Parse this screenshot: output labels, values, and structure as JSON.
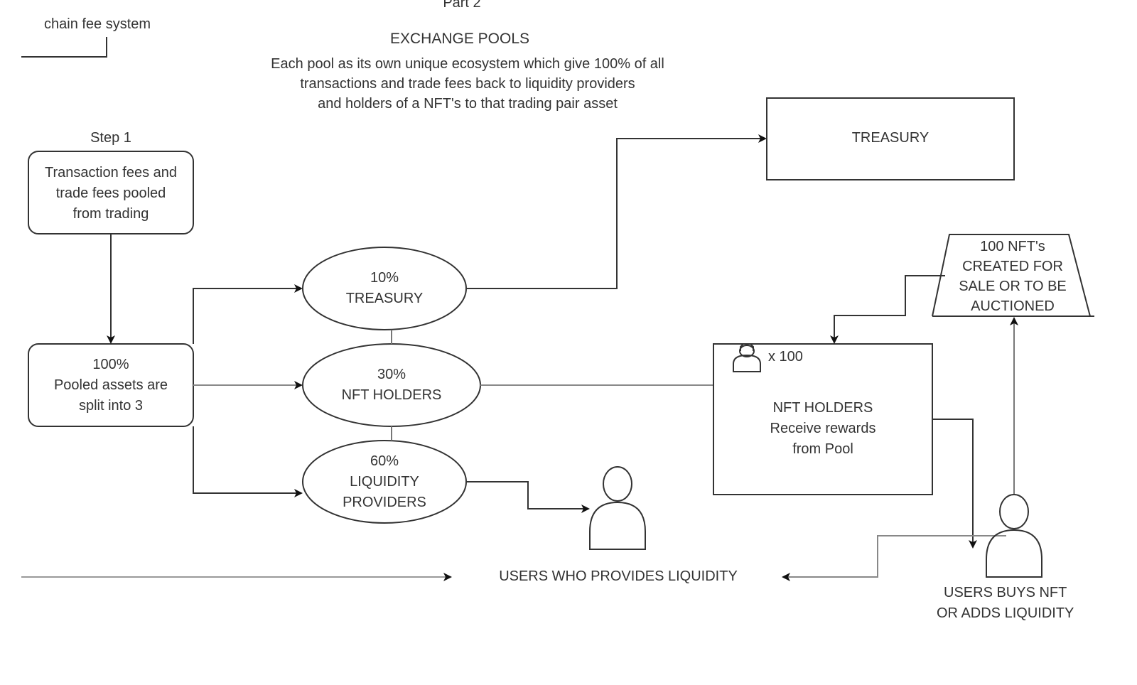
{
  "header": {
    "clipped_top_text": "Part 2",
    "clipped_left_text": "chain fee system",
    "title": "EXCHANGE POOLS",
    "description_lines": [
      "Each pool as its own unique ecosystem which give 100% of all",
      "transactions and trade fees back to liquidity providers",
      "and holders of a NFT's to that trading pair asset"
    ]
  },
  "nodes": {
    "step1_label": "Step 1",
    "step1_box": [
      "Transaction fees and",
      "trade fees pooled",
      "from trading"
    ],
    "split_box": [
      "100%",
      "Pooled assets are",
      "split into 3"
    ],
    "treasury_ellipse": [
      "10%",
      "TREASURY"
    ],
    "nft_ellipse": [
      "30%",
      "NFT HOLDERS"
    ],
    "liquidity_ellipse": [
      "60%",
      "LIQUIDITY",
      "PROVIDERS"
    ],
    "treasury_box": "TREASURY",
    "nft_created": [
      "100 NFT's",
      "CREATED FOR",
      "SALE OR TO BE",
      "AUCTIONED"
    ],
    "nft_holders_count": "x 100",
    "nft_holders_box": [
      "NFT HOLDERS",
      "Receive rewards",
      "from Pool"
    ],
    "users_liquidity": "USERS WHO PROVIDES LIQUIDITY",
    "users_buy": [
      "USERS BUYS NFT",
      "OR ADDS LIQUIDITY"
    ]
  },
  "colors": {
    "stroke": "#333333",
    "text": "#333333",
    "background": "#ffffff"
  }
}
